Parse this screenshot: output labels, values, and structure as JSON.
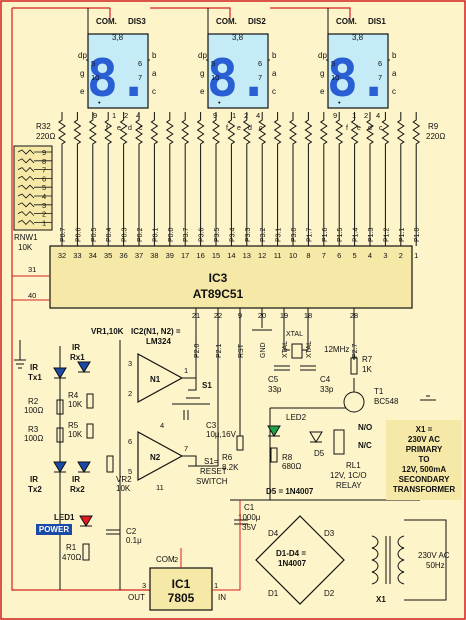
{
  "displays": [
    {
      "name": "DIS3",
      "com": "COM.",
      "pin38": "3,8",
      "digit": "8.",
      "left_pins": [
        "dp",
        "g",
        "e"
      ],
      "right_pins": [
        "b",
        "a",
        "c"
      ],
      "top_nums": [
        "5",
        "10"
      ],
      "right_nums": [
        "6",
        "7"
      ],
      "bottom_nums": [
        "9",
        "1",
        "2",
        "4"
      ],
      "dot": "•",
      "seg_letters": [
        "f",
        "e",
        "d",
        "c"
      ]
    },
    {
      "name": "DIS2",
      "com": "COM.",
      "pin38": "3,8",
      "digit": "8.",
      "left_pins": [
        "dp",
        "g",
        "e"
      ],
      "right_pins": [
        "b",
        "a",
        "c"
      ],
      "top_nums": [
        "5",
        "10"
      ],
      "right_nums": [
        "6",
        "7"
      ],
      "bottom_nums": [
        "9",
        "1",
        "2",
        "4"
      ],
      "dot": "•",
      "seg_letters": [
        "f",
        "e",
        "d",
        "c"
      ]
    },
    {
      "name": "DIS1",
      "com": "COM.",
      "pin38": "3,8",
      "digit": "8.",
      "left_pins": [
        "dp",
        "g",
        "e"
      ],
      "right_pins": [
        "b",
        "a",
        "c"
      ],
      "top_nums": [
        "5",
        "10"
      ],
      "right_nums": [
        "6",
        "7"
      ],
      "bottom_nums": [
        "9",
        "1",
        "2",
        "4"
      ],
      "dot": "•",
      "seg_letters": [
        "f",
        "e",
        "d",
        "c"
      ]
    }
  ],
  "resistor_labels": {
    "r32": "R32",
    "r32_val": "220Ω",
    "r9": "R9",
    "r9_val": "220Ω"
  },
  "rnw1": {
    "name": "RNW1",
    "value": "10K",
    "pins": [
      "1",
      "2",
      "3",
      "4",
      "5",
      "6",
      "7",
      "8",
      "9"
    ]
  },
  "ic3": {
    "name": "IC3",
    "part": "AT89C51",
    "top_ports": [
      "P0.7",
      "P0.6",
      "P0.5",
      "P0.4",
      "P0.3",
      "P0.2",
      "P0.1",
      "P0.0",
      "P3.7",
      "P3.6",
      "P3.5",
      "P3.4",
      "P3.3",
      "P3.2",
      "P3.1",
      "P3.0",
      "P1.7",
      "P1.6",
      "P1.5",
      "P1.4",
      "P1.3",
      "P1.2",
      "P1.1",
      "P1.0"
    ],
    "top_pins": [
      "32",
      "33",
      "34",
      "35",
      "36",
      "37",
      "38",
      "39",
      "17",
      "16",
      "15",
      "14",
      "13",
      "12",
      "11",
      "10",
      "8",
      "7",
      "6",
      "5",
      "4",
      "3",
      "2",
      "1"
    ],
    "left_pins": [
      "31",
      "40"
    ],
    "bottom_pins": [
      "21",
      "22",
      "9",
      "20",
      "19",
      "18",
      "28"
    ],
    "bottom_labels": [
      "P2.0",
      "P2.1",
      "RST",
      "GND",
      "XTAL",
      "XTAL",
      "P2.7"
    ]
  },
  "ic2": {
    "title": "IC2(N1, N2) =",
    "part": "LM324",
    "vr": "VR1,10K",
    "n1": "N1",
    "n2": "N2",
    "pins_n1": [
      "3",
      "2",
      "1"
    ],
    "pins_n2": [
      "6",
      "5",
      "7"
    ],
    "p4": "4",
    "p11": "11"
  },
  "components": {
    "ir_tx1": [
      "IR",
      "Tx1"
    ],
    "ir_rx1": [
      "IR",
      "Rx1"
    ],
    "ir_tx2": [
      "IR",
      "Tx2"
    ],
    "ir_rx2": [
      "IR",
      "Rx2"
    ],
    "r2": [
      "R2",
      "100Ω"
    ],
    "r3": [
      "R3",
      "100Ω"
    ],
    "r4": [
      "R4",
      "10K"
    ],
    "r5": [
      "R5",
      "10K"
    ],
    "vr2": [
      "VR2",
      "10K"
    ],
    "c2": [
      "C2",
      "0.1μ"
    ],
    "r1": [
      "R1",
      "470Ω"
    ],
    "led1": "LED1",
    "power": "POWER",
    "s1": "S1",
    "s1_note": [
      "S1=",
      "RESET",
      "SWITCH"
    ],
    "c3": [
      "C3",
      "10μ,16V"
    ],
    "r6": [
      "R6",
      "8.2K"
    ],
    "xtal": "XTAL",
    "xtal_freq": "12MHz",
    "c5": [
      "C5",
      "33p"
    ],
    "c4": [
      "C4",
      "33p"
    ],
    "r7": [
      "R7",
      "1K"
    ],
    "t1": [
      "T1",
      "BC548"
    ],
    "led2": "LED2",
    "r8": [
      "R8",
      "680Ω"
    ],
    "d5": "D5",
    "no": "N/O",
    "nc": "N/C",
    "rl1": [
      "RL1",
      "12V, 1C/O",
      "RELAY"
    ],
    "d5_note": "D5 = 1N4007",
    "x1_note": [
      "X1 =",
      "230V AC",
      "PRIMARY",
      "TO",
      "12V, 500mA",
      "SECONDARY",
      "TRANSFORMER"
    ],
    "c1": [
      "C1",
      "1000μ",
      "35V"
    ],
    "bridge": [
      "D1-D4 =",
      "1N4007"
    ],
    "diodes": [
      "D4",
      "D3",
      "D1",
      "D2"
    ],
    "ac": [
      "230V AC",
      "50Hz"
    ],
    "x1": "X1",
    "ic1": [
      "IC1",
      "7805"
    ],
    "com": "COM.",
    "out": "OUT",
    "in": "IN",
    "pin_nums": [
      "1",
      "2",
      "3"
    ]
  },
  "colors": {
    "wire": "#111111",
    "wire_red": "#d22020",
    "bg": "#fdf4c9",
    "panel": "#f6e9a8",
    "segment": "#2a5fd4",
    "display_bg": "#c5ecf6",
    "led_red": "#e21b23",
    "led_green": "#1ba34a",
    "power_badge": "#1a4aa8"
  }
}
